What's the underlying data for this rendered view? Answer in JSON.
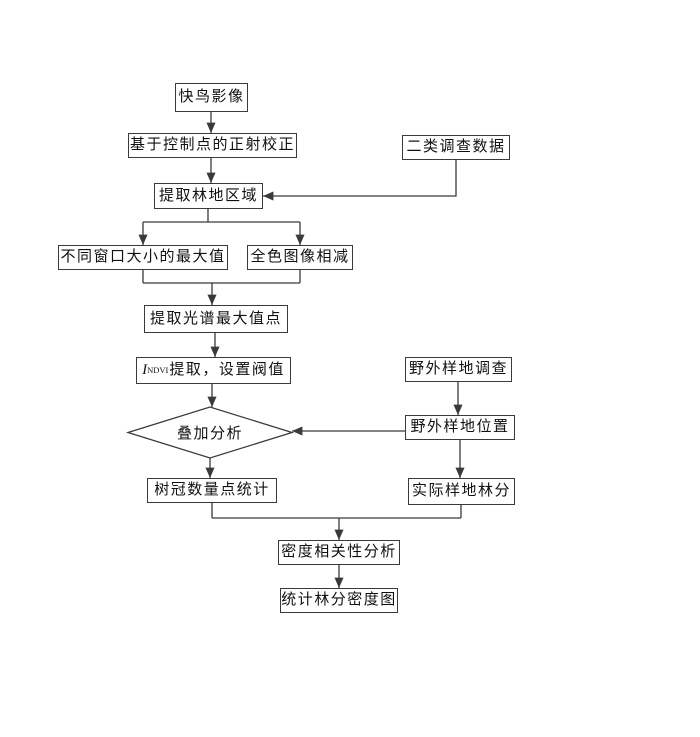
{
  "diagram": {
    "type": "flowchart",
    "background": "#ffffff",
    "line_color": "#3a3a3a",
    "text_color": "#111111",
    "nodes": {
      "quickbird": {
        "shape": "rect",
        "label": "快鸟影像"
      },
      "ortho_correction": {
        "shape": "rect",
        "label": "基于控制点的正射校正"
      },
      "class2_survey": {
        "shape": "rect",
        "label": "二类调查数据"
      },
      "forest_region": {
        "shape": "rect",
        "label": "提取林地区域"
      },
      "window_max": {
        "shape": "rect",
        "label": "不同窗口大小的最大值"
      },
      "pan_subtract": {
        "shape": "rect",
        "label": "全色图像相减"
      },
      "spectral_max": {
        "shape": "rect",
        "label": "提取光谱最大值点"
      },
      "ndvi_threshold": {
        "shape": "rect",
        "prefix_italic": "I",
        "subscript": "NDVI",
        "suffix": "提取，设置阀值"
      },
      "overlay_analysis": {
        "shape": "diamond",
        "label": "叠加分析"
      },
      "field_plot_survey": {
        "shape": "rect",
        "label": "野外样地调查"
      },
      "field_plot_location": {
        "shape": "rect",
        "label": "野外样地位置"
      },
      "crown_count": {
        "shape": "rect",
        "label": "树冠数量点统计"
      },
      "actual_plot_stand": {
        "shape": "rect",
        "label": "实际样地林分"
      },
      "density_correlation": {
        "shape": "rect",
        "label": "密度相关性分析"
      },
      "stand_density_map": {
        "shape": "rect",
        "label": "统计林分密度图"
      }
    },
    "edges": [
      {
        "from": "quickbird",
        "to": "ortho_correction",
        "arrow": true
      },
      {
        "from": "ortho_correction",
        "to": "forest_region",
        "arrow": true
      },
      {
        "from": "class2_survey",
        "to": "forest_region",
        "arrow": true
      },
      {
        "from": "forest_region",
        "to": "window_max",
        "arrow": true
      },
      {
        "from": "forest_region",
        "to": "pan_subtract",
        "arrow": true
      },
      {
        "from": "window_max",
        "to": "spectral_max",
        "arrow": true
      },
      {
        "from": "pan_subtract",
        "to": "spectral_max",
        "arrow": true
      },
      {
        "from": "spectral_max",
        "to": "ndvi_threshold",
        "arrow": true
      },
      {
        "from": "ndvi_threshold",
        "to": "overlay_analysis",
        "arrow": true
      },
      {
        "from": "overlay_analysis",
        "to": "crown_count",
        "arrow": true
      },
      {
        "from": "field_plot_survey",
        "to": "field_plot_location",
        "arrow": true
      },
      {
        "from": "field_plot_location",
        "to": "overlay_analysis",
        "arrow": true
      },
      {
        "from": "field_plot_location",
        "to": "actual_plot_stand",
        "arrow": true
      },
      {
        "from": "crown_count",
        "to": "density_correlation",
        "arrow": true
      },
      {
        "from": "actual_plot_stand",
        "to": "density_correlation",
        "arrow": true
      },
      {
        "from": "density_correlation",
        "to": "stand_density_map",
        "arrow": true
      }
    ]
  }
}
